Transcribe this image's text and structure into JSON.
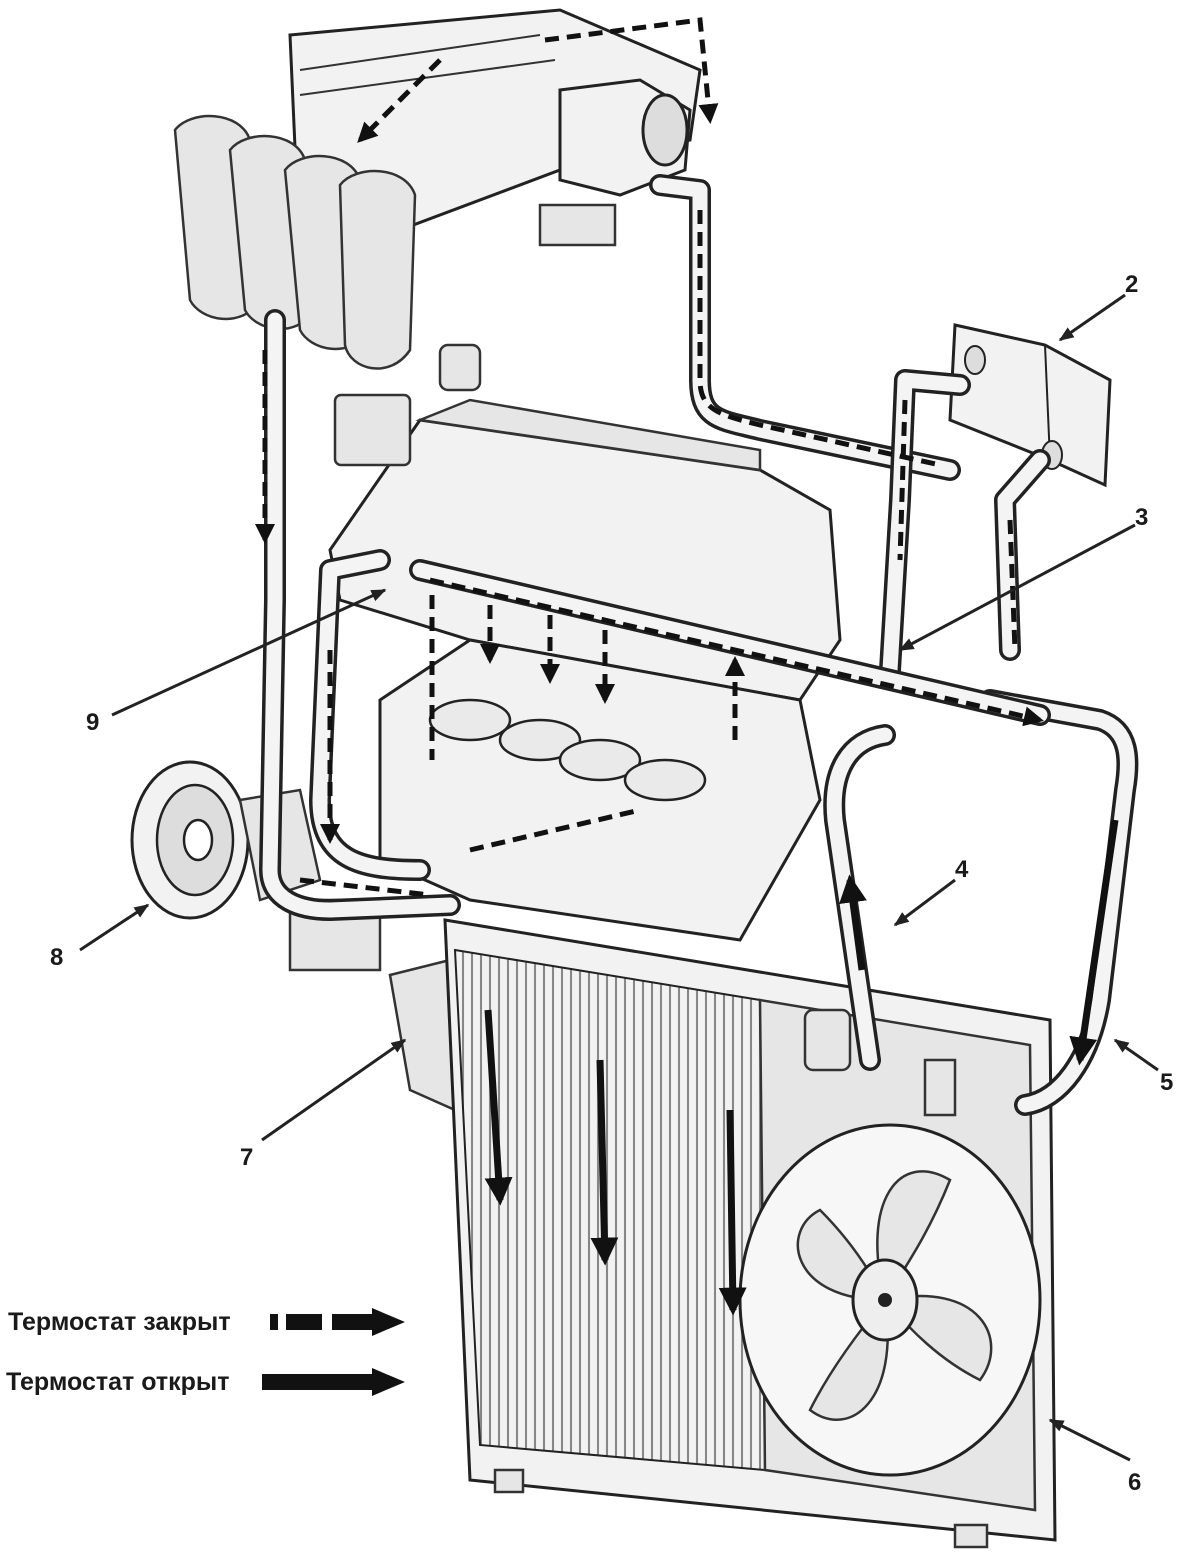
{
  "callouts": [
    {
      "id": "2",
      "text": "2"
    },
    {
      "id": "3",
      "text": "3"
    },
    {
      "id": "4",
      "text": "4"
    },
    {
      "id": "5",
      "text": "5"
    },
    {
      "id": "6",
      "text": "6"
    },
    {
      "id": "7",
      "text": "7"
    },
    {
      "id": "8",
      "text": "8"
    },
    {
      "id": "9",
      "text": "9"
    }
  ],
  "legend": {
    "closed": "Термостат закрыт",
    "open": "Термостат открыт"
  },
  "colors": {
    "line": "#222222",
    "fill": "#f2f2f2",
    "background": "#ffffff"
  }
}
